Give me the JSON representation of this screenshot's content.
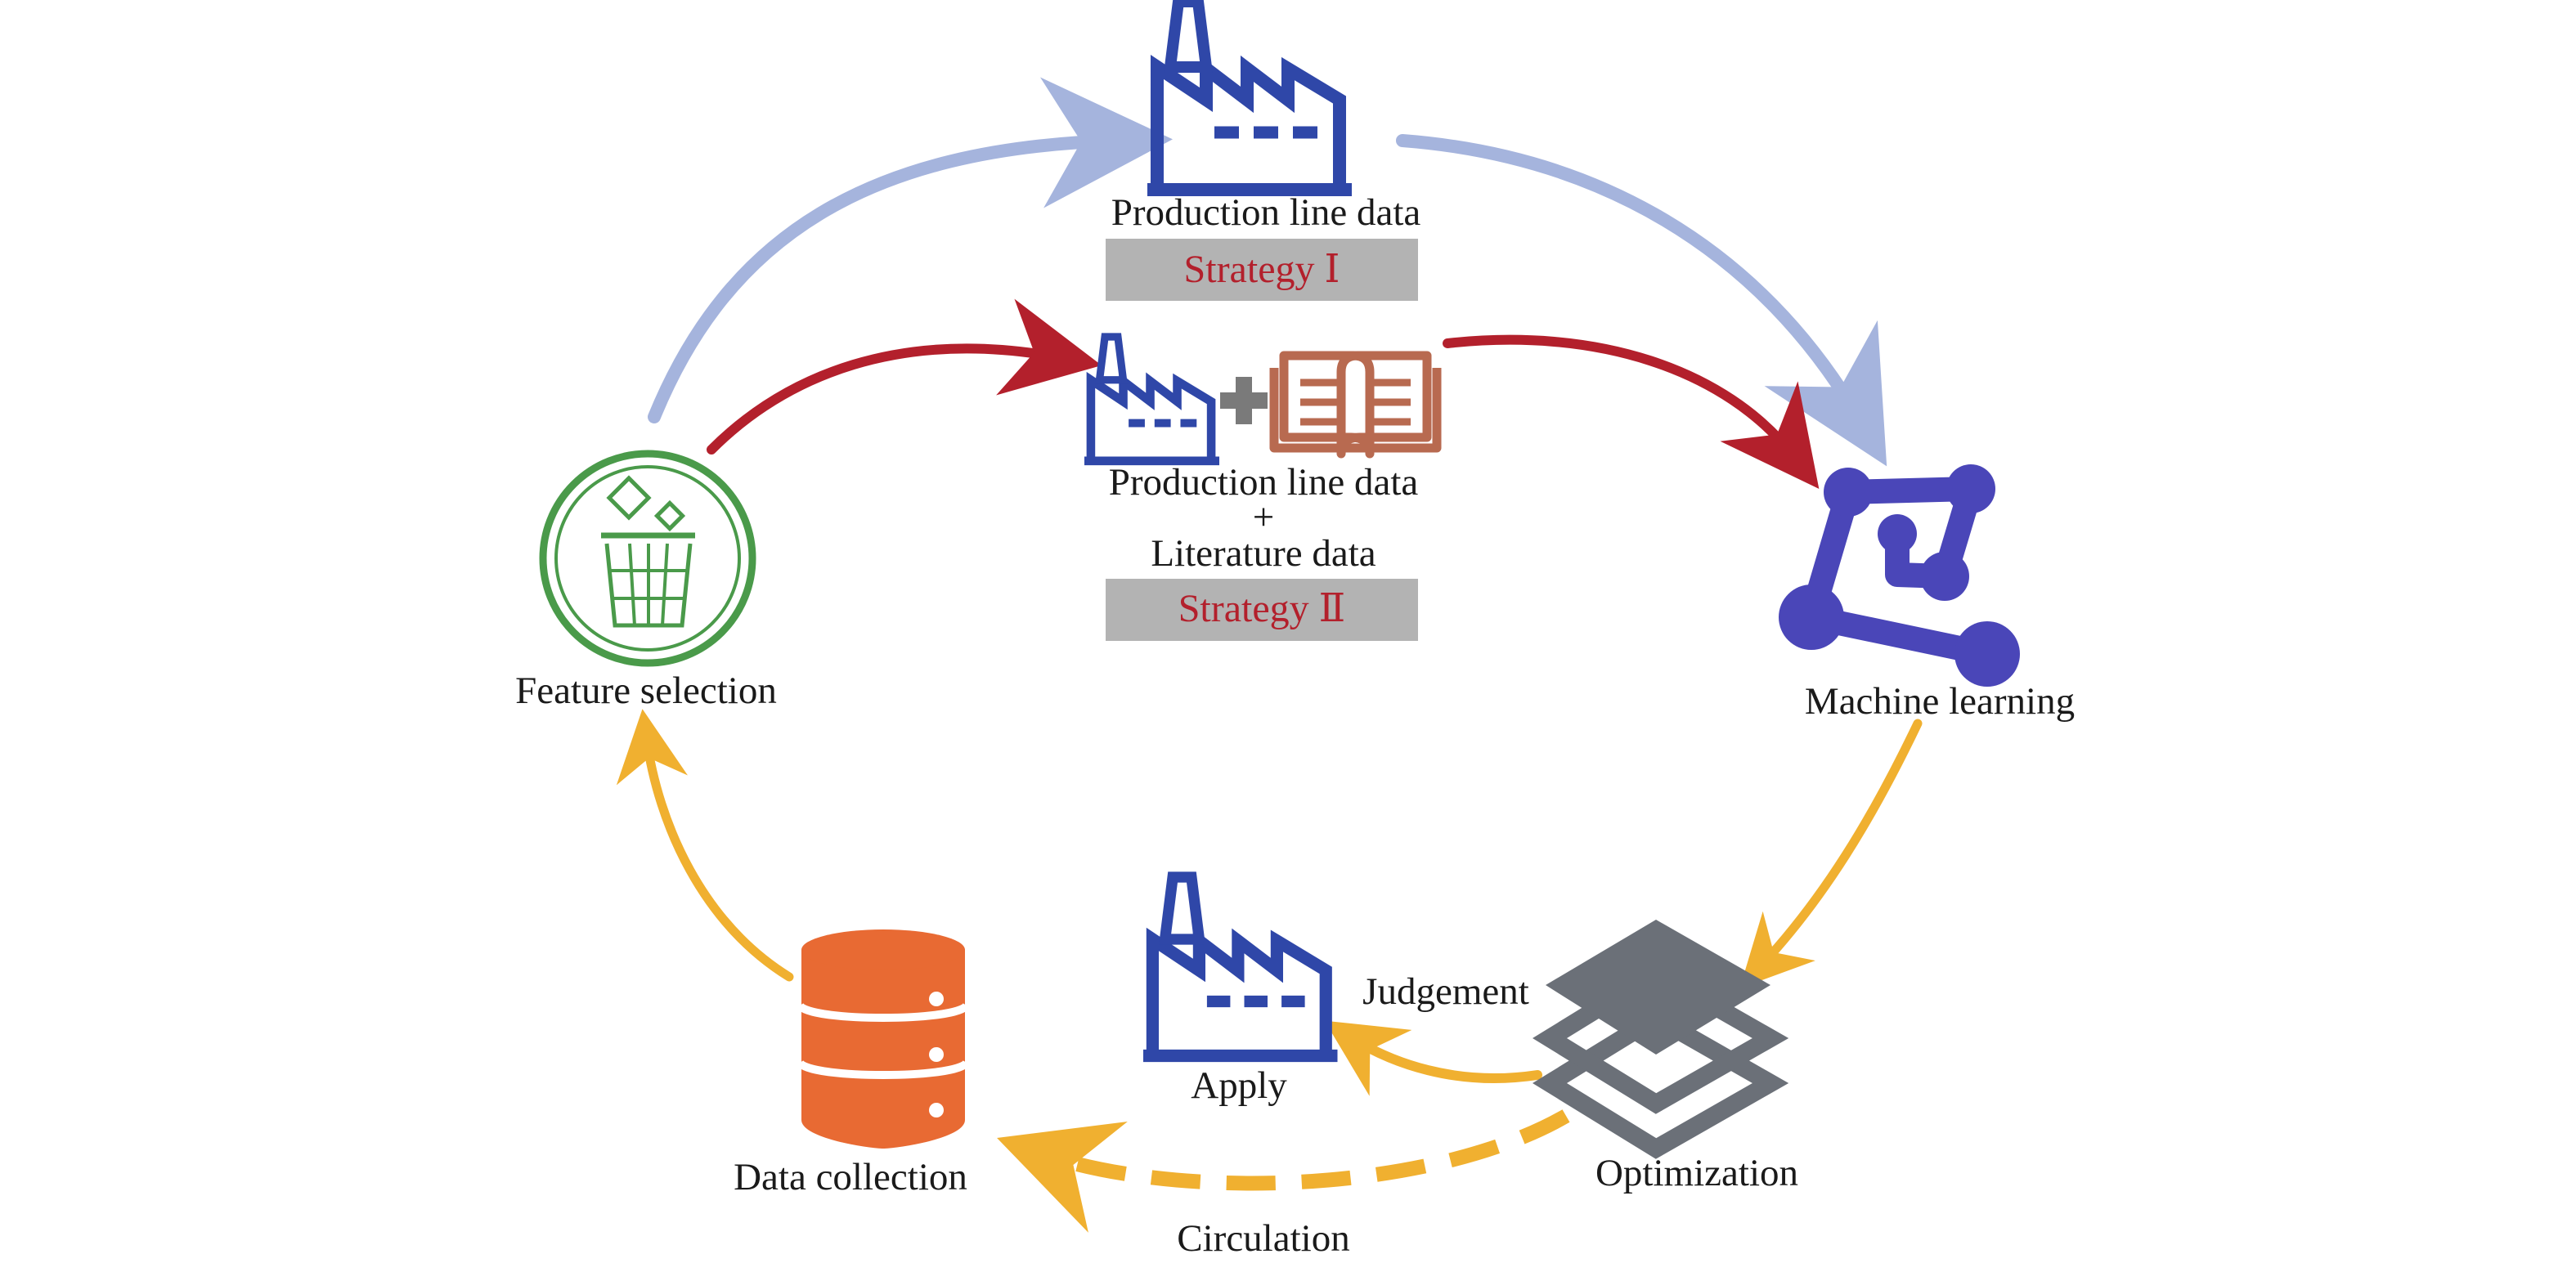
{
  "nodes": {
    "production_line": {
      "label": "Production line data",
      "icon": "factory-icon"
    },
    "strategy_1": {
      "label": "Strategy Ⅰ"
    },
    "combined": {
      "line1": "Production line data",
      "plus": "+",
      "line2": "Literature data",
      "icons": [
        "factory-icon",
        "plus-icon",
        "book-icon"
      ]
    },
    "strategy_2": {
      "label": "Strategy Ⅱ"
    },
    "feature_selection": {
      "label": "Feature selection",
      "icon": "trash-bin-icon"
    },
    "machine_learning": {
      "label": "Machine learning",
      "icon": "network-nodes-icon"
    },
    "optimization": {
      "label": "Optimization",
      "icon": "layers-icon"
    },
    "judgement": {
      "label": "Judgement"
    },
    "apply": {
      "label": "Apply",
      "icon": "factory-icon"
    },
    "data_collection": {
      "label": "Data collection",
      "icon": "database-icon"
    },
    "circulation": {
      "label": "Circulation"
    }
  },
  "colors": {
    "factory": "#2f47a8",
    "strategy_box": "#b3b3b3",
    "strategy_text": "#b3202c",
    "arrow_light_blue": "#a5b4dd",
    "arrow_red": "#b3202c",
    "arrow_orange": "#f0b030",
    "feature_green": "#4a9a4a",
    "ml_purple": "#4a46b8",
    "layers_gray": "#6b7078",
    "database_orange": "#e86a33",
    "book_brown": "#b86a50",
    "plus_gray": "#7a7a7a"
  }
}
